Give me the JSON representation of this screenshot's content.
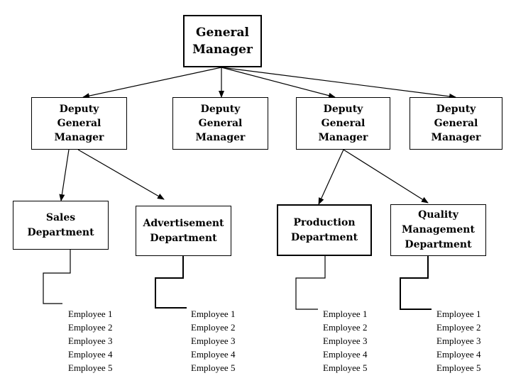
{
  "org_chart": {
    "general_manager": {
      "label": "General\nManager"
    },
    "deputies": [
      {
        "label": "Deputy\nGeneral\nManager"
      },
      {
        "label": "Deputy\nGeneral\nManager"
      },
      {
        "label": "Deputy\nGeneral\nManager"
      },
      {
        "label": "Deputy\nGeneral\nManager"
      }
    ],
    "departments": [
      {
        "label": "Sales\nDepartment",
        "employees": [
          "Employee 1",
          "Employee 2",
          "Employee 3",
          "Employee 4",
          "Employee 5"
        ]
      },
      {
        "label": "Advertisement\nDepartment",
        "employees": [
          "Employee 1",
          "Employee 2",
          "Employee 3",
          "Employee 4",
          "Employee 5"
        ]
      },
      {
        "label": "Production\nDepartment",
        "employees": [
          "Employee 1",
          "Employee 2",
          "Employee 3",
          "Employee 4",
          "Employee 5"
        ]
      },
      {
        "label": "Quality\nManagement\nDepartment",
        "employees": [
          "Employee 1",
          "Employee 2",
          "Employee 3",
          "Employee 4",
          "Employee 5"
        ]
      }
    ]
  }
}
